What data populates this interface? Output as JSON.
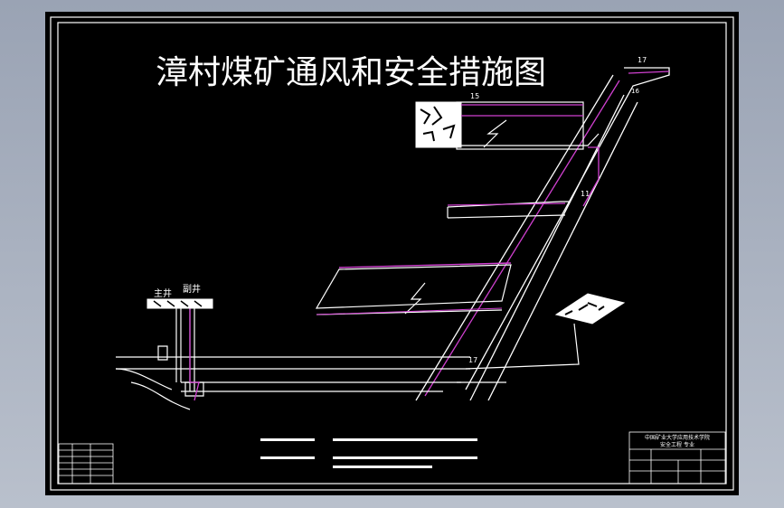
{
  "title": "漳村煤矿通风和安全措施图",
  "labels": {
    "main_shaft": "主井",
    "aux_shaft": "副井",
    "n15": "15",
    "n16": "16",
    "n17_top": "17",
    "n11": "11",
    "n17_bottom": "17"
  },
  "title_block": {
    "line1": "中国矿业大学应用技术学院",
    "line2": "安全工程 专业"
  },
  "colors": {
    "background": "#000000",
    "line": "#ffffff",
    "airway": "#d040d0",
    "frame_bg": "#9aa3b4"
  }
}
